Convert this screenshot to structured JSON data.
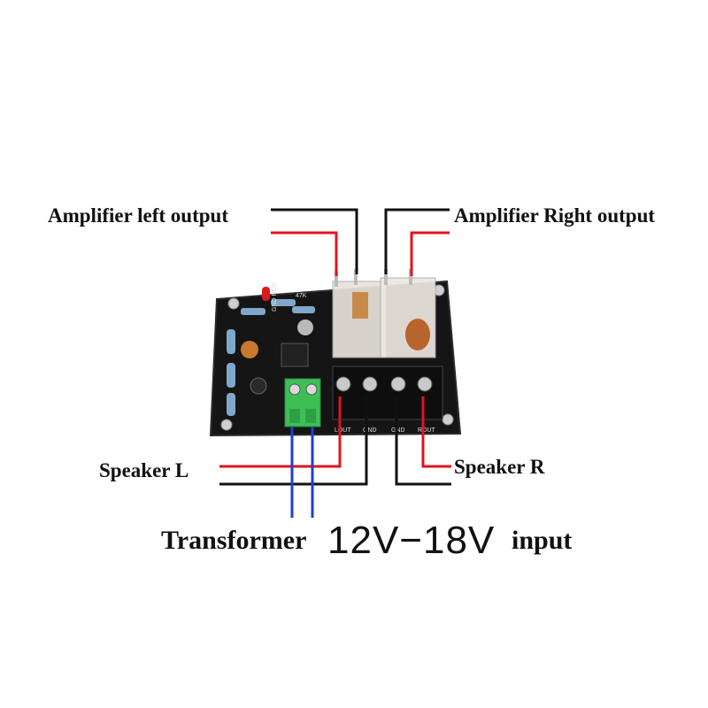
{
  "labels": {
    "amp_left": "Amplifier left output",
    "amp_right": "Amplifier Right output",
    "speaker_l": "Speaker L",
    "speaker_r": "Speaker R",
    "transformer": "Transformer",
    "voltage": "12V−18V",
    "input": "input"
  },
  "board_labels": {
    "resistor_value": "47K",
    "led_label": "GND RED",
    "terminal_1": "LOUT",
    "terminal_2": "GND",
    "terminal_3": "GND",
    "terminal_4": "ROUT"
  },
  "colors": {
    "wire_black": "#111111",
    "wire_red": "#e0141e",
    "wire_blue": "#1d3fd6",
    "pcb": "#141414",
    "terminal_green": "#3dbf55"
  }
}
